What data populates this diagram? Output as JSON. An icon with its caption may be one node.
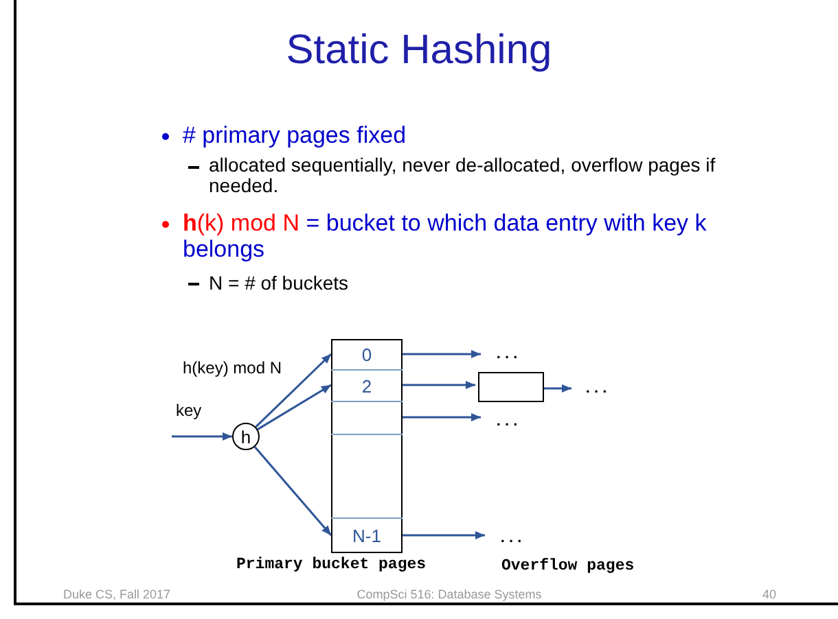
{
  "diagram": {
    "title": "Static Hashing",
    "nodes": [
      {
        "text": [
          "h"
        ]
      },
      {
        "text": [],
        "shape": "box"
      },
      {
        "text": [
          "0"
        ],
        "in": 1
      },
      {
        "text": [
          "2"
        ],
        "in": 1
      },
      {
        "text": [],
        "shape": "box",
        "in": 1
      },
      {
        "text": [],
        "shape": "box",
        "in": 1
      },
      {
        "text": [
          "N-1"
        ],
        "in": 1
      },
      {
        "text": [
          ". . ."
        ]
      },
      {
        "text": [],
        "shape": "box"
      },
      {
        "text": [
          ". . ."
        ]
      },
      {
        "text": [
          ". . ."
        ]
      },
      {
        "text": [
          ". . ."
        ]
      }
    ],
    "edges": [
      {
        "from": null,
        "to": 0,
        "arrow": "to",
        "label": "key"
      },
      {
        "from": 0,
        "to": 2,
        "arrow": "to"
      },
      {
        "from": 0,
        "to": 3,
        "arrow": "to"
      },
      {
        "from": 0,
        "to": 6,
        "arrow": "to"
      },
      {
        "from": 2,
        "to": 7,
        "arrow": "to"
      },
      {
        "from": 3,
        "to": 8,
        "arrow": "to"
      },
      {
        "from": 4,
        "to": 10,
        "arrow": "to"
      },
      {
        "from": 6,
        "to": 11,
        "arrow": "to"
      },
      {
        "from": 8,
        "to": 9,
        "arrow": "to"
      }
    ],
    "labels": [
      "# primary pages fixed",
      "allocated sequentially, never de-allocated, overflow pages if needed.",
      "**h**(k) mod N = bucket to which data entry with key k belongs",
      "N = # of buckets",
      "h(key) mod N",
      "Primary bucket pages",
      "Overflow pages",
      "Duke CS, Fall 2017",
      "CompSci 516: Database Systems",
      "40"
    ]
  }
}
